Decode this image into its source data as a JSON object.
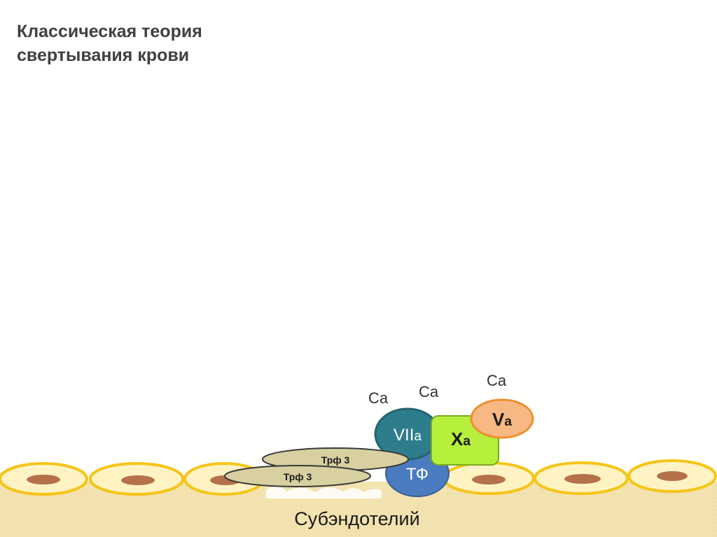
{
  "slide": {
    "title_line1": "Классическая теория",
    "title_line2": "свертывания крови"
  },
  "diagram": {
    "tissue_label": "Субэндотелий",
    "factors": {
      "viia": {
        "main": "VII",
        "sub": "a"
      },
      "xa": {
        "main": "X",
        "sub": "a"
      },
      "va": {
        "main": "V",
        "sub": "a"
      },
      "tf": "ТФ"
    },
    "platelet_factor_labels": [
      "Трф 3",
      "Трф 3"
    ],
    "calcium_labels": [
      "Ca",
      "Ca",
      "Ca"
    ],
    "colors": {
      "tissue": "#f2e3b0",
      "cell_border": "#f5c518",
      "nucleus": "#b5714a",
      "viia": "#2e7d8c",
      "tf": "#4a7cbf",
      "xa": "#b7f03c",
      "va": "#f8b883",
      "platelet_factor": "#d8d0a0"
    }
  }
}
